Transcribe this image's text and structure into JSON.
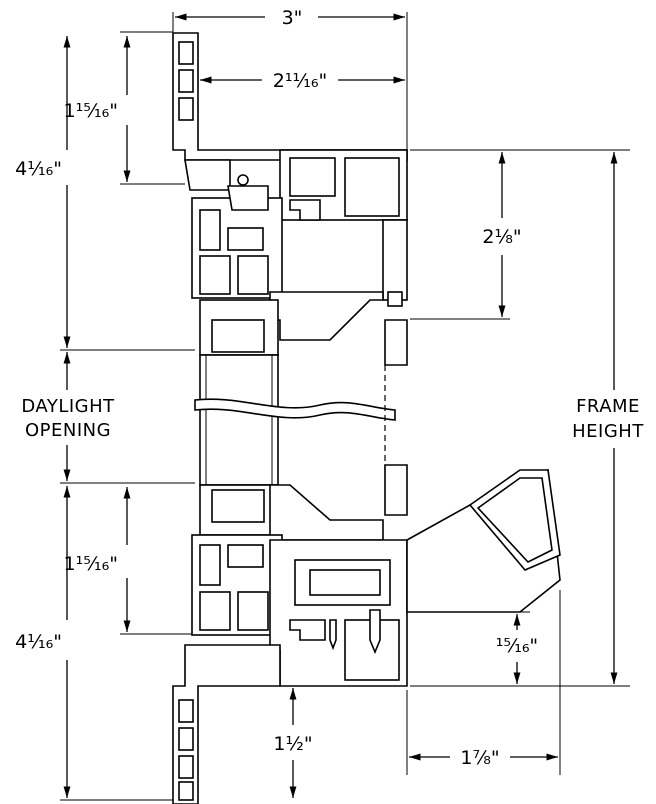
{
  "dimensions": {
    "overall_width": "3\"",
    "inner_width": "2¹¹⁄₁₆\"",
    "top_sash_height": "1¹⁵⁄₁₆\"",
    "top_frame_depth": "4¹⁄₁₆\"",
    "head_to_stop": "2¹⁄₈\"",
    "bottom_sash_height": "1¹⁵⁄₁₆\"",
    "bottom_frame_depth": "4¹⁄₁₆\"",
    "sill_offset": "1¹⁄₂\"",
    "drip_offset": "¹⁵⁄₁₆\"",
    "sill_projection": "1⁷⁄₈\""
  },
  "labels": {
    "daylight_line1": "DAYLIGHT",
    "daylight_line2": "OPENING",
    "frame_line1": "FRAME",
    "frame_line2": "HEIGHT"
  }
}
